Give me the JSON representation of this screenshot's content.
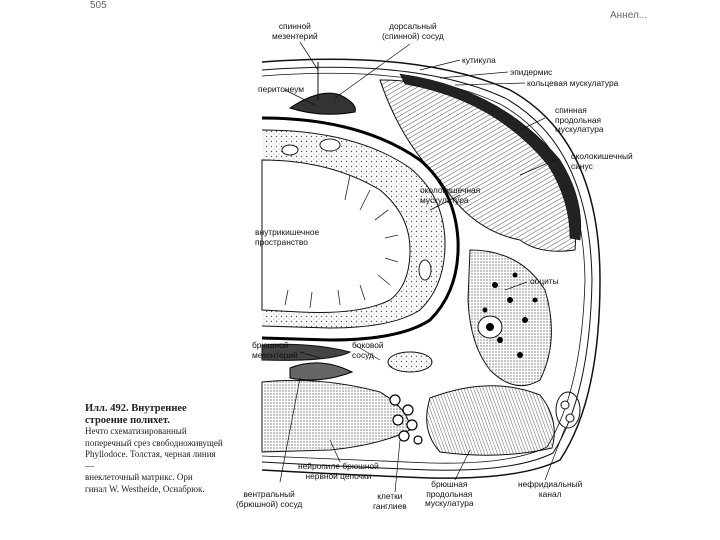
{
  "page_number": "505",
  "header_right": "Аннел...",
  "caption": {
    "title": "Илл. 492. Внутреннее строение полихет.",
    "lines": [
      "Нечто схематизированный поперечный срез свободноживущей Phyllodoce. Толстая, черная линия —",
      "внеклеточный матрикс. Ори",
      "гинал W. Westheide, Оснабрюк."
    ]
  },
  "labels": {
    "spinnoy_mezenteriy": [
      "спинной",
      "мезентерий"
    ],
    "dorsalny_sosud": [
      "дорсальный",
      "(спинной) сосуд"
    ],
    "kutikula": "кутикула",
    "epidermis": "эпидермис",
    "kolcevaya": "кольцевая мускулатура",
    "spinnaya_prodolnaya": [
      "спинная",
      "продольная",
      "мускулатура"
    ],
    "peritoneum": "перитонеум",
    "okolokishechny_sinus": [
      "околокишечный",
      "синус"
    ],
    "okolokishechnaya_muskulatura": [
      "околокишечная",
      "мускулатура"
    ],
    "vnutrikishechnoe": [
      "внутрикишечное",
      "пространство"
    ],
    "ocity": "ооциты",
    "bryushnoy_mezenteriy": [
      "брюшной",
      "мезентерий"
    ],
    "bokovoy_sosud": [
      "боковой",
      "сосуд"
    ],
    "neyropile": [
      "нейропиле брюшной",
      "нервной цепочки"
    ],
    "ventralny_sosud": [
      "вентральный",
      "(брюшной) сосуд"
    ],
    "kletki_ganglievv": [
      "клетки",
      "ганглиев"
    ],
    "bryushnaya_prodolnaya": [
      "брюшная",
      "продольная",
      "мускулатура"
    ],
    "nefridialny_kanal": [
      "нефридиальный",
      "канал"
    ]
  },
  "colors": {
    "ink": "#111111",
    "stipple": "#555555",
    "extracellular_matrix": "#000000"
  }
}
